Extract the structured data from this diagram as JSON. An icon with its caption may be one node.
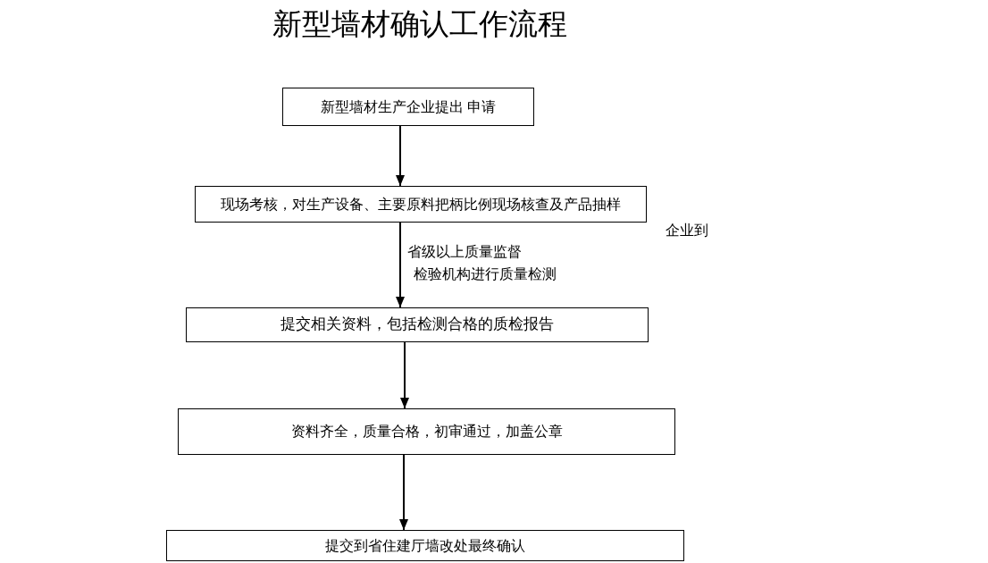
{
  "diagram": {
    "title": "新型墙材确认工作流程",
    "nodes": [
      {
        "text": [
          "新型墙材生产企业提出 申请"
        ]
      },
      {
        "text": [
          "现场考核，对生产设备、主要原料把柄比例现场核查及产品抽样"
        ]
      },
      {
        "text": [
          "提交相关资料，包括检测合格的质检报告"
        ]
      },
      {
        "text": [
          "资料齐全，质量合格，初审通过，加盖公章"
        ]
      },
      {
        "text": [
          "提交到省住建厅墙改处最终确认"
        ]
      }
    ],
    "edges": [
      {
        "from": 0,
        "to": 1,
        "arrow": "to"
      },
      {
        "from": 1,
        "to": 2,
        "arrow": "to",
        "label": "省级以上质量监督"
      },
      {
        "from": 2,
        "to": 3,
        "arrow": "to"
      },
      {
        "from": 3,
        "to": 4,
        "arrow": "to"
      }
    ],
    "labels": [
      "企业到",
      "检验机构进行质量检测"
    ]
  }
}
